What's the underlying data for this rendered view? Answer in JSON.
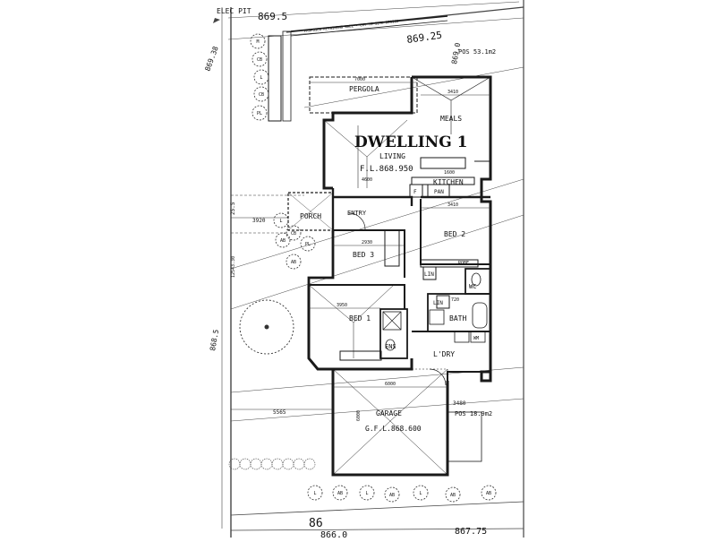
{
  "site": {
    "elec_pit": "ELEC PIT",
    "contour_top": "869.5",
    "contour_upper": "869.25",
    "contour_mid": "869.0",
    "contour_bottom_left": "86",
    "contour_bottom": "866.0",
    "contour_bottom_right": "867.75",
    "contour_left_1": "869.38",
    "contour_left_2": "868.5",
    "pos_top": "POS 53.1m2",
    "pos_bottom": "POS 18.9m2",
    "retaining_wall_note": "PROPOSED RETAINING WALL - CUT TO SITE DESIGN",
    "dim_porch_setback": "3920",
    "dim_garage_setback": "5565",
    "dim_left_wall": "25.5",
    "dim_side_boundary": "12543.30"
  },
  "dwelling": {
    "title": "DWELLING 1",
    "floor_level": "F.L.868.950",
    "garage_level": "G.F.L.868.600"
  },
  "rooms": {
    "pergola": "PERGOLA",
    "meals": "MEALS",
    "living": "LIVING",
    "kitchen": "KITCHEN",
    "pan": "PAN",
    "fridge": "F",
    "porch": "PORCH",
    "entry": "ENTRY",
    "bed2": "BED 2",
    "bed3": "BED 3",
    "bed1": "BED 1",
    "lin1": "LIN",
    "lin2": "LIN",
    "robe": "ROBE",
    "wc": "WC",
    "bath": "BATH",
    "ens": "ENS",
    "ldry": "L'DRY",
    "garage": "GARAGE",
    "wm": "WM"
  },
  "dimensions": {
    "pergola_width": "7000",
    "meals_width": "3410",
    "bed2_width": "3410",
    "bed3_width": "2930",
    "bed1_width": "3950",
    "garage_width": "6000",
    "garage_depth": "6000",
    "living_width": "4600",
    "robe_width": "720",
    "garage_side": "3480",
    "kitchen_run": "1600"
  },
  "trees": [
    "M",
    "CB",
    "L",
    "CB",
    "PL",
    "L",
    "CB",
    "PL",
    "AB",
    "AB",
    "L",
    "AB",
    "L",
    "AB",
    "L",
    "AB",
    "AB"
  ],
  "colors": {
    "line": "#1a1a1a",
    "light_line": "#6b6b6b",
    "paper": "#ffffff"
  }
}
